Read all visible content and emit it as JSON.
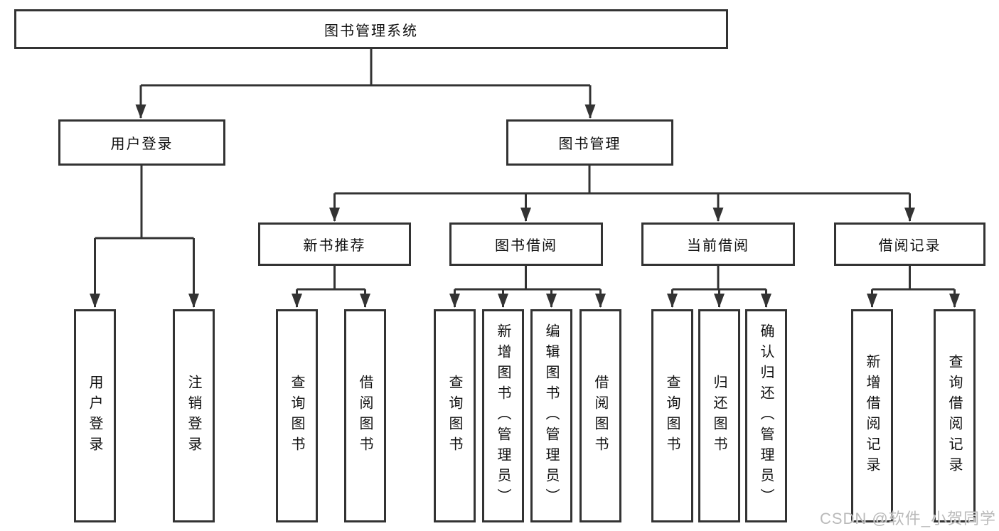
{
  "colors": {
    "line": "#333333",
    "box_border": "#333333",
    "box_fill": "#ffffff",
    "text": "#111111",
    "watermark": "#b7b7b7",
    "background": "#ffffff"
  },
  "watermark": {
    "text": "CSDN @软件_小贺同学"
  },
  "tree": {
    "label": "图书管理系统",
    "children": [
      {
        "label": "用户登录",
        "children": [
          {
            "label": "用户登录"
          },
          {
            "label": "注销登录"
          }
        ]
      },
      {
        "label": "图书管理",
        "children": [
          {
            "label": "新书推荐",
            "children": [
              {
                "label": "查询图书"
              },
              {
                "label": "借阅图书"
              }
            ]
          },
          {
            "label": "图书借阅",
            "children": [
              {
                "label": "查询图书"
              },
              {
                "label": "新增图书（管理员）"
              },
              {
                "label": "编辑图书（管理员）"
              },
              {
                "label": "借阅图书"
              }
            ]
          },
          {
            "label": "当前借阅",
            "children": [
              {
                "label": "查询图书"
              },
              {
                "label": "归还图书"
              },
              {
                "label": "确认归还（管理员）"
              }
            ]
          },
          {
            "label": "借阅记录",
            "children": [
              {
                "label": "新增借阅记录"
              },
              {
                "label": "查询借阅记录"
              }
            ]
          }
        ]
      }
    ]
  }
}
